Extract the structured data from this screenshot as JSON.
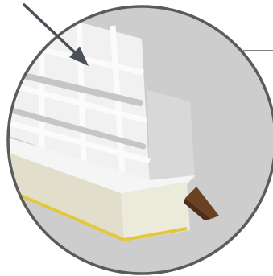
{
  "diagram": {
    "subject": "magnified-detail-callout",
    "colors": {
      "background": "#ffffff",
      "circle_fill": "#cdcdcd",
      "circle_border": "#5b5b5b",
      "leader_line": "#5b5b5b",
      "arrow": "#4b4f57",
      "sheet": "#f1f1f1",
      "sheet_shadow": "#d8d8d8",
      "grid_lines": "#fbfbfb",
      "rail": "#c6c6c6",
      "ledge_top": "#f5f5f5",
      "base_front": "#e1dfcc",
      "base_side": "#eceadb",
      "base_bottom": "#d3d1b8",
      "yellow_edge": "#e3c73c",
      "wood_wedge": "#6b4124",
      "wood_wedge_dark": "#4f2e18"
    },
    "icons": [
      "pointer-arrow",
      "leader-line",
      "wooden-wedge"
    ]
  }
}
